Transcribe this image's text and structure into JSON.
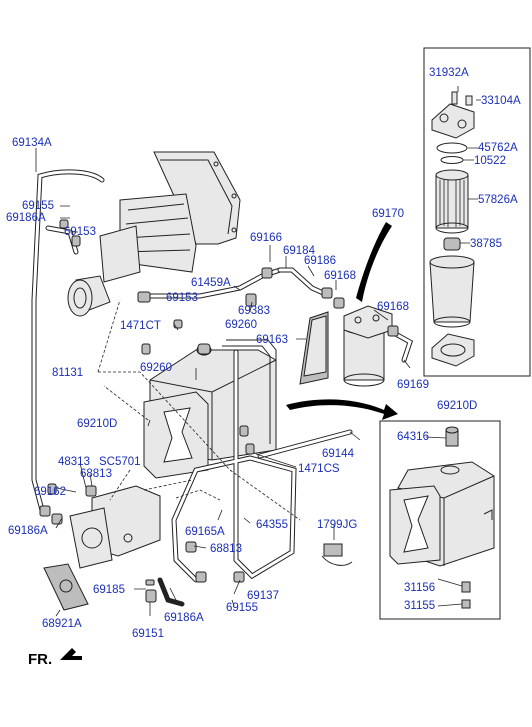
{
  "labels": {
    "l_31932A": "31932A",
    "l_33104A": "33104A",
    "l_45762A": "45762A",
    "l_10522": "10522",
    "l_57826A": "57826A",
    "l_69170": "69170",
    "l_38785": "38785",
    "l_69134A": "69134A",
    "l_69155_top": "69155",
    "l_69186A_top": "69186A",
    "l_69153_top": "69153",
    "l_69166": "69166",
    "l_69184": "69184",
    "l_69186": "69186",
    "l_69168_a": "69168",
    "l_61459A": "61459A",
    "l_69153_mid": "69153",
    "l_69383": "69383",
    "l_69168_b": "69168",
    "l_1471CT": "1471CT",
    "l_69260_a": "69260",
    "l_69163": "69163",
    "l_81131": "81131",
    "l_69260_b": "69260",
    "l_69169": "69169",
    "l_69210D_main": "69210D",
    "l_69210D_inset": "69210D",
    "l_64316": "64316",
    "l_69144": "69144",
    "l_48313": "48313",
    "l_SC5701": "SC5701",
    "l_68813_a": "68813",
    "l_1471CS": "1471CS",
    "l_69162": "69162",
    "l_69186A_left": "69186A",
    "l_69165A": "69165A",
    "l_64355": "64355",
    "l_1799JG": "1799JG",
    "l_68813_b": "68813",
    "l_69185": "69185",
    "l_69137": "69137",
    "l_69186A_bot": "69186A",
    "l_69155_bot": "69155",
    "l_31156": "31156",
    "l_31155": "31155",
    "l_68921A": "68921A",
    "l_69151": "69151"
  },
  "direction_label": "FR."
}
